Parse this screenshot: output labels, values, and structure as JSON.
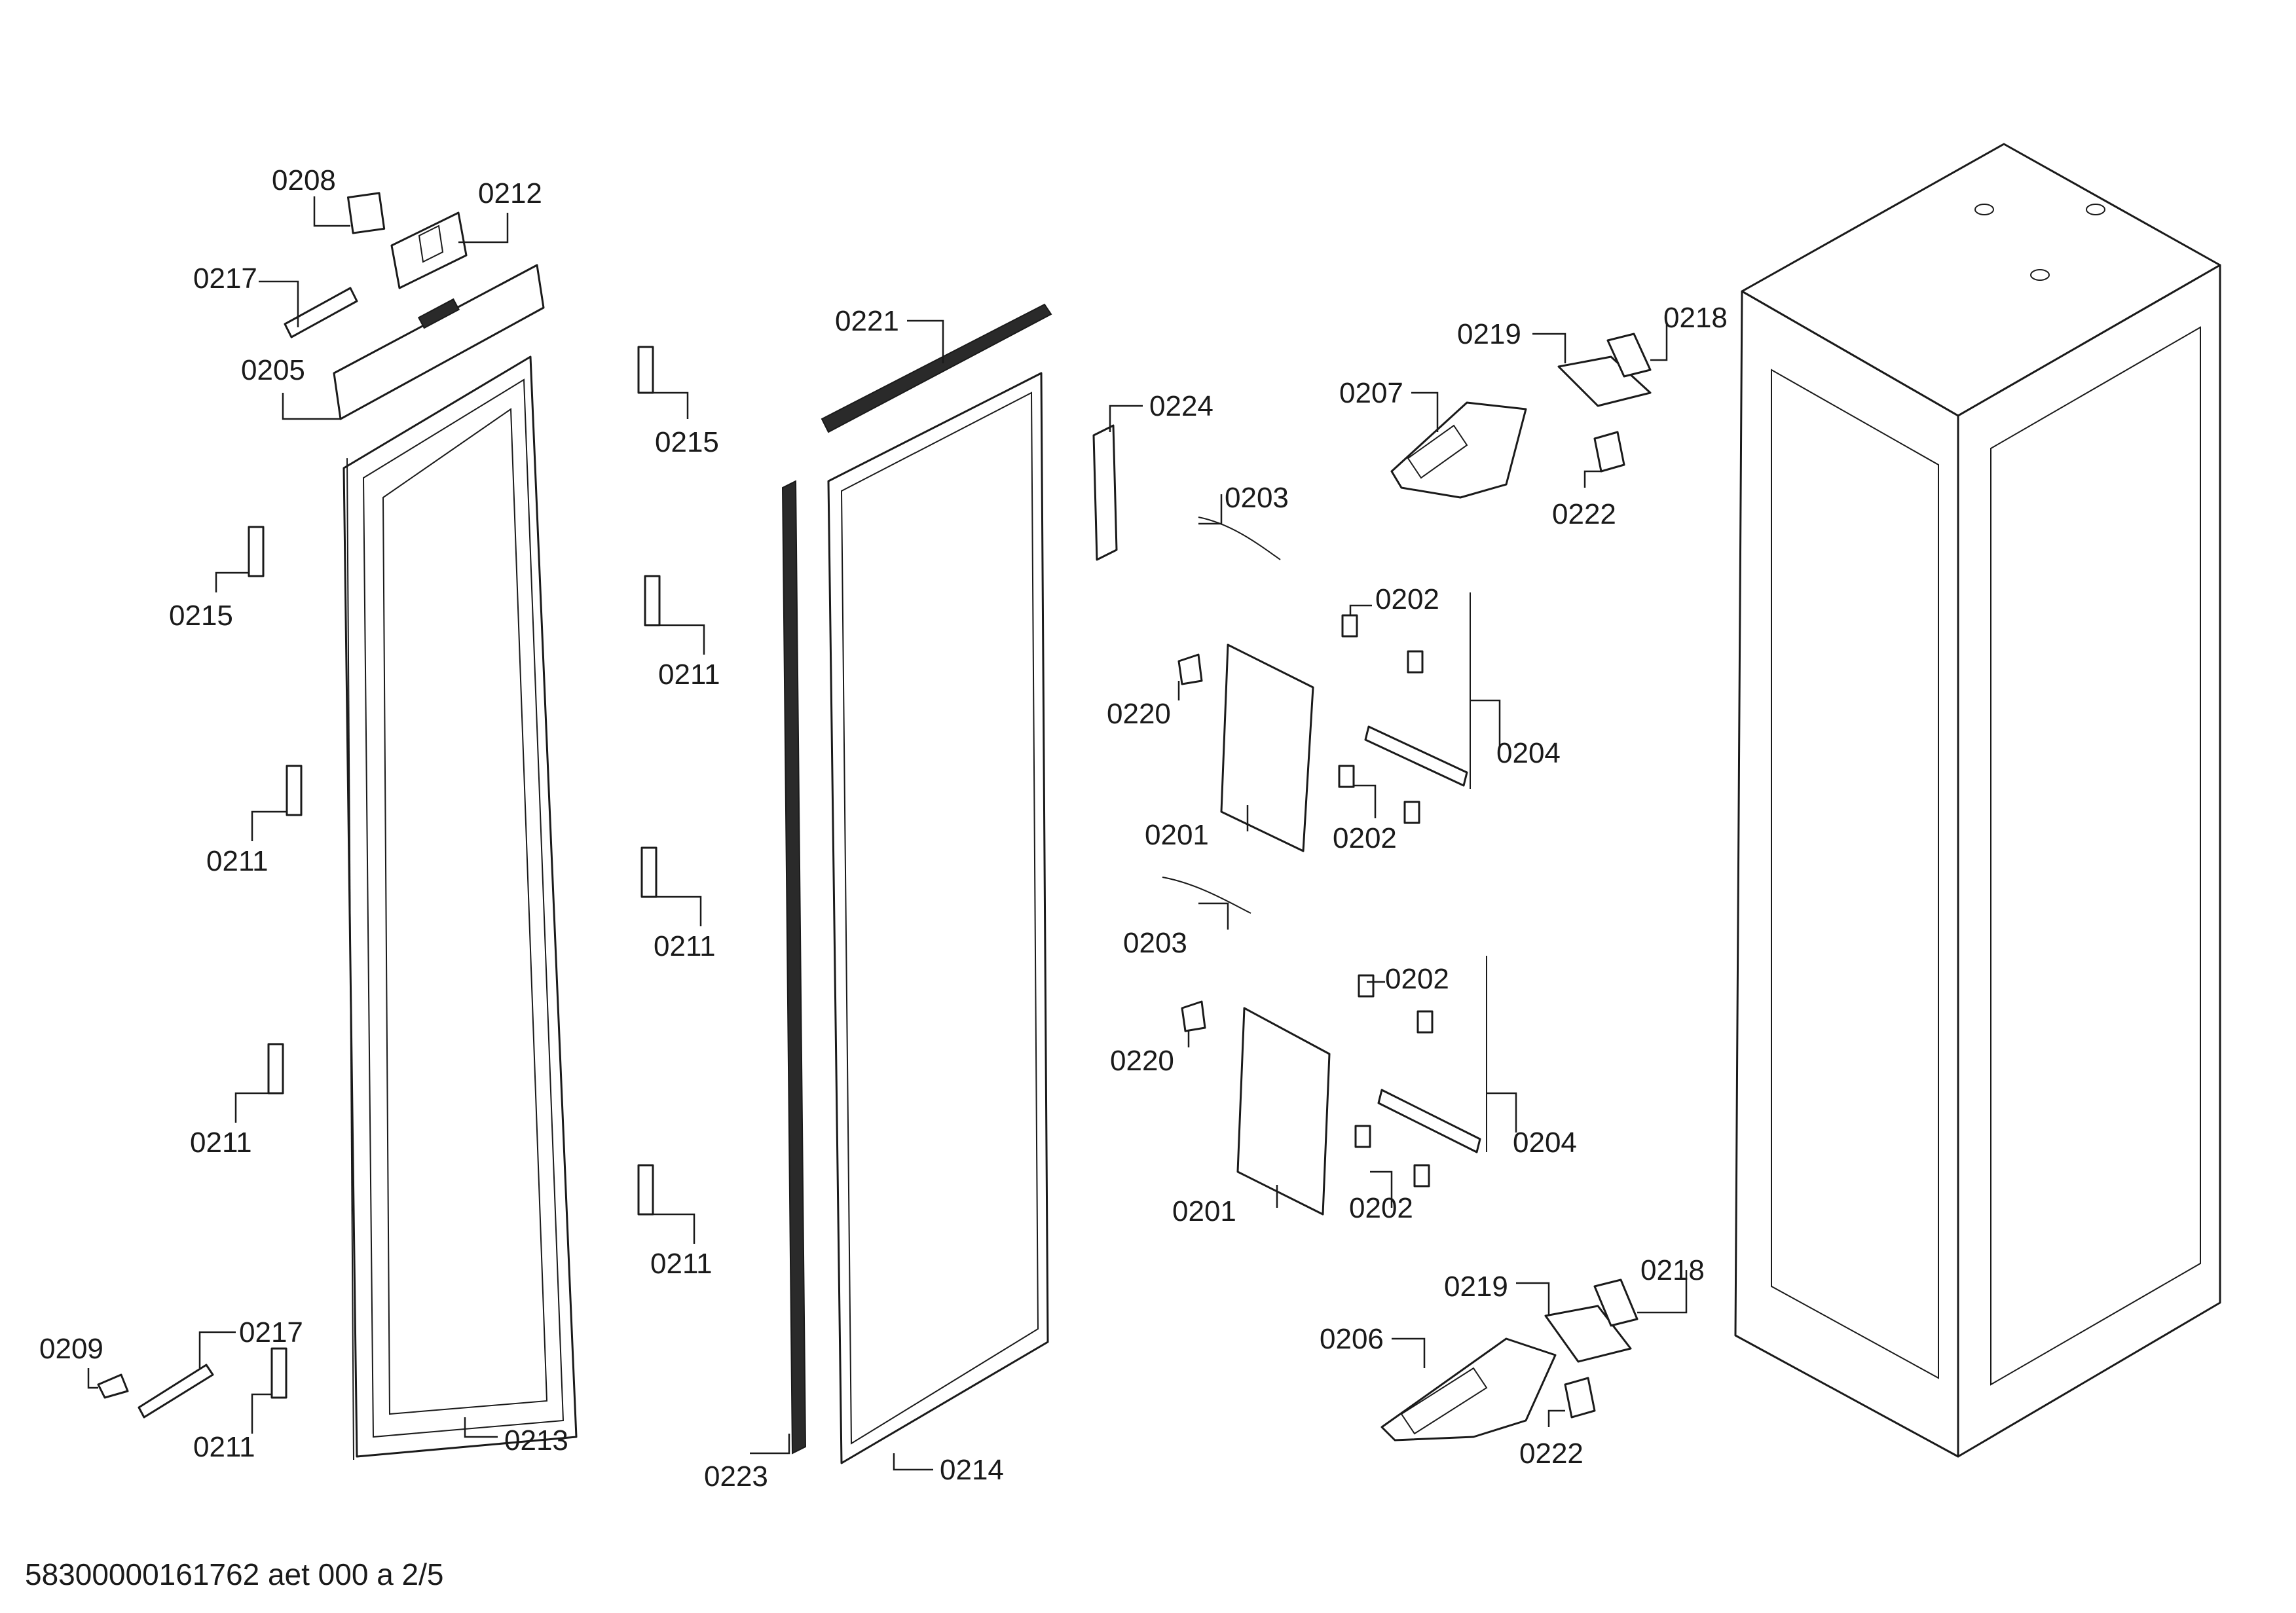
{
  "document": {
    "id": "58300000161762 aet 000 a 2/5"
  },
  "labels": {
    "l0208": "0208",
    "l0212": "0212",
    "l0217a": "0217",
    "l0205": "0205",
    "l0215a": "0215",
    "l0211a": "0211",
    "l0211b": "0211",
    "l0209": "0209",
    "l0217b": "0217",
    "l0211c": "0211",
    "l0213": "0213",
    "l0215b": "0215",
    "l0211d": "0211",
    "l0211e": "0211",
    "l0211f": "0211",
    "l0221": "0221",
    "l0223": "0223",
    "l0214": "0214",
    "l0224": "0224",
    "l0203a": "0203",
    "l0220a": "0220",
    "l0201a": "0201",
    "l0202a": "0202",
    "l0202b": "0202",
    "l0204a": "0204",
    "l0203b": "0203",
    "l0220b": "0220",
    "l0201b": "0201",
    "l0202c": "0202",
    "l0202d": "0202",
    "l0204b": "0204",
    "l0219a": "0219",
    "l0218a": "0218",
    "l0207": "0207",
    "l0222a": "0222",
    "l0219b": "0219",
    "l0218b": "0218",
    "l0206": "0206",
    "l0222b": "0222"
  }
}
